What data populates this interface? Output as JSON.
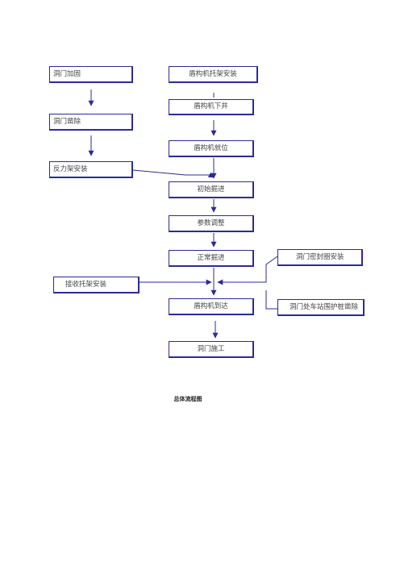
{
  "diagram": {
    "nodes": [
      {
        "id": "b1",
        "label": "洞门加固"
      },
      {
        "id": "b2",
        "label": "洞门凿除"
      },
      {
        "id": "b3",
        "label": "反力架安装"
      },
      {
        "id": "b4",
        "label": "盾构机托架安装"
      },
      {
        "id": "b5",
        "label": "盾构机下井"
      },
      {
        "id": "b6",
        "label": "盾构机就位"
      },
      {
        "id": "b7",
        "label": "初始掘进"
      },
      {
        "id": "b8",
        "label": "参数调整"
      },
      {
        "id": "b9",
        "label": "正常掘进"
      },
      {
        "id": "b10",
        "label": "接收托架安装"
      },
      {
        "id": "b11",
        "label": "盾构机到达"
      },
      {
        "id": "b12",
        "label": "洞门施工"
      },
      {
        "id": "b13",
        "label": "洞门密封圈安装"
      },
      {
        "id": "b14",
        "label": "洞门处车站围护桩凿除"
      }
    ],
    "edges": [
      {
        "from": "b1",
        "to": "b2"
      },
      {
        "from": "b2",
        "to": "b3"
      },
      {
        "from": "b4",
        "to": "b5"
      },
      {
        "from": "b5",
        "to": "b6"
      },
      {
        "from": "b3",
        "to": "b7"
      },
      {
        "from": "b6",
        "to": "b7"
      },
      {
        "from": "b7",
        "to": "b8"
      },
      {
        "from": "b8",
        "to": "b9"
      },
      {
        "from": "b9",
        "to": "b11"
      },
      {
        "from": "b10",
        "to": "b11"
      },
      {
        "from": "b13",
        "to": "b11"
      },
      {
        "from": "b14",
        "to": "b11"
      },
      {
        "from": "b11",
        "to": "b12"
      }
    ],
    "caption": "总体流程图",
    "line_color": "#2b2b9a"
  }
}
